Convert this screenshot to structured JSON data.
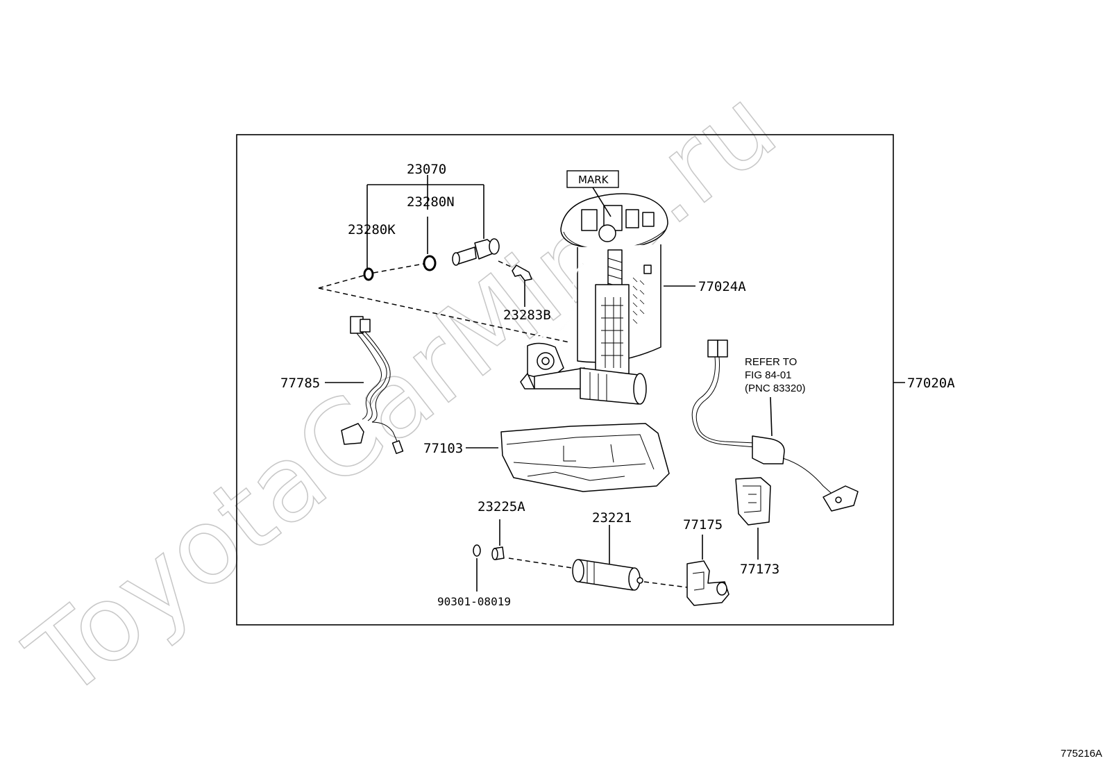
{
  "watermark": "ToyotaCarMine.ru",
  "figure_id": "775216A",
  "mark_label": "MARK",
  "reference_note": {
    "line1": "REFER TO",
    "line2": "FIG 84-01",
    "line3": "(PNC 83320)"
  },
  "parts": {
    "p23070": "23070",
    "p23280N": "23280N",
    "p23280K": "23280K",
    "p23283B": "23283B",
    "p77024A": "77024A",
    "p77785": "77785",
    "p77020A": "77020A",
    "p77103": "77103",
    "p23225A": "23225A",
    "p23221": "23221",
    "p77175": "77175",
    "p77173": "77173",
    "p90301": "90301-08019"
  }
}
